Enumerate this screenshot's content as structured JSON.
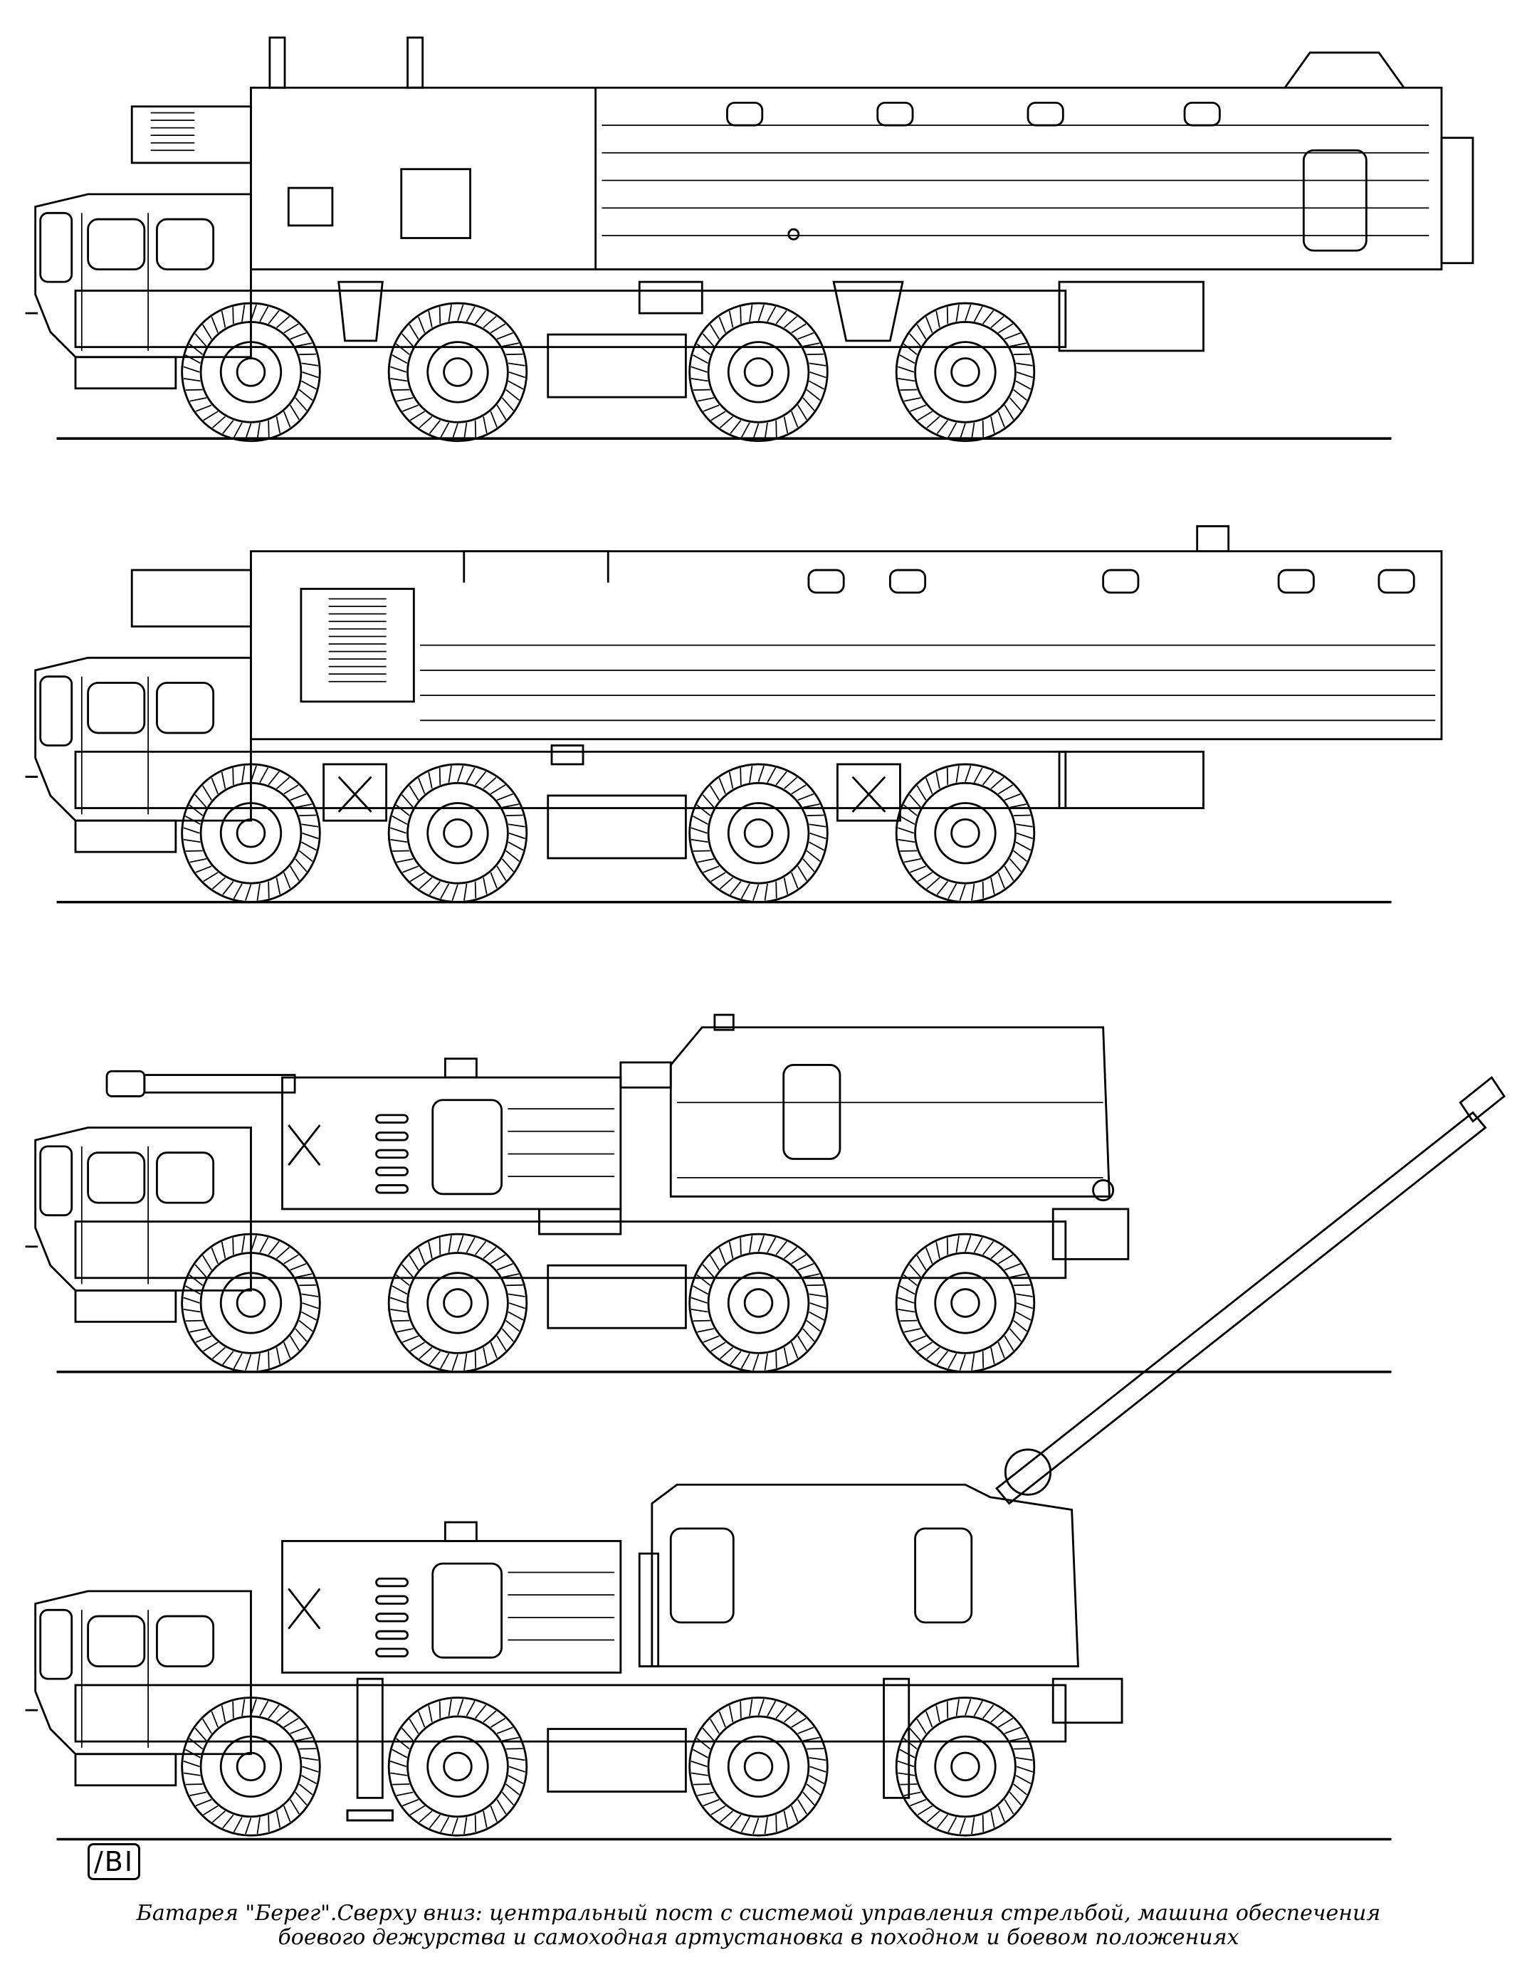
{
  "figure": {
    "vehicles": [
      {
        "id": "command-post",
        "type": "central-post",
        "gun": "none"
      },
      {
        "id": "support-vehicle",
        "type": "combat-duty-support",
        "gun": "none"
      },
      {
        "id": "gun-travel",
        "type": "self-propelled-gun",
        "gun": "travel"
      },
      {
        "id": "gun-combat",
        "type": "self-propelled-gun",
        "gun": "combat"
      }
    ],
    "logo_text": "/BI",
    "caption_line1": "Батарея \"Берег\".Сверху вниз: центральный пост с системой управления стрельбой, машина обеспечения",
    "caption_line2": "боевого дежурства и самоходная артустановка в походном и боевом положениях"
  }
}
